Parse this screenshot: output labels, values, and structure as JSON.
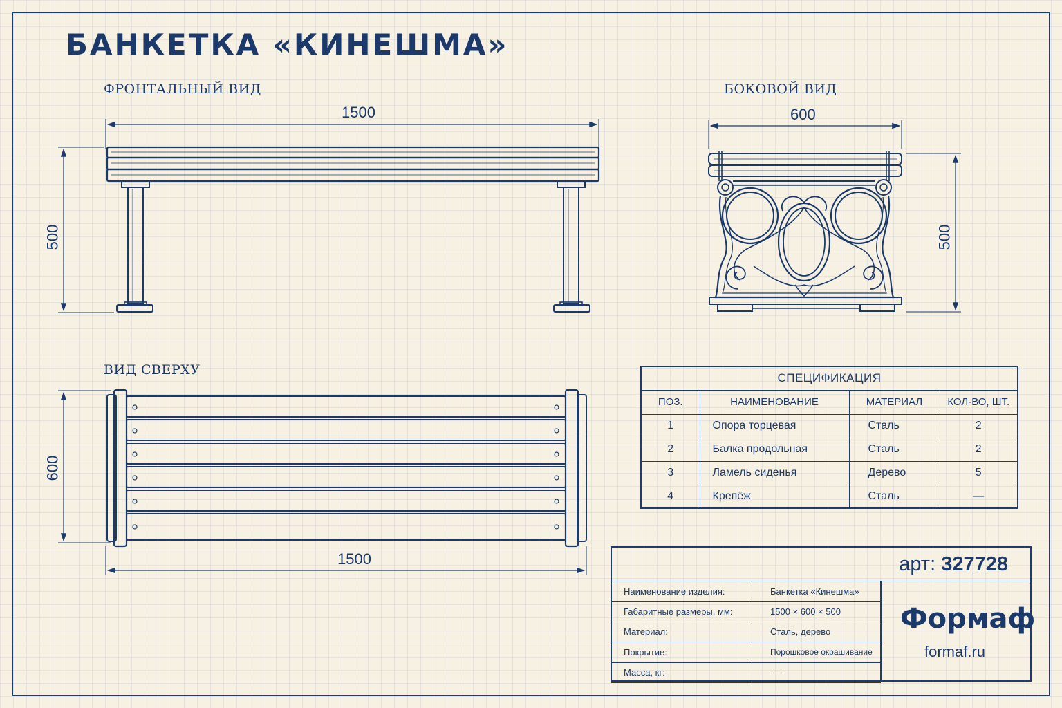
{
  "title": "БАНКЕТКА «КИНЕШМА»",
  "views": {
    "front": {
      "label": "ФРОНТАЛЬНЫЙ ВИД",
      "width_dim": "1500",
      "height_dim": "500"
    },
    "side": {
      "label": "БОКОВОЙ ВИД",
      "width_dim": "600",
      "height_dim": "500"
    },
    "top": {
      "label": "ВИД СВЕРХУ",
      "width_dim": "1500",
      "depth_dim": "600"
    }
  },
  "spec": {
    "caption": "СПЕЦИФИКАЦИЯ",
    "columns": [
      "ПОЗ.",
      "НАИМЕНОВАНИЕ",
      "МАТЕРИАЛ",
      "КОЛ-ВО, ШТ."
    ],
    "rows": [
      [
        "1",
        "Опора торцевая",
        "Сталь",
        "2"
      ],
      [
        "2",
        "Балка продольная",
        "Сталь",
        "2"
      ],
      [
        "3",
        "Ламель сиденья",
        "Дерево",
        "5"
      ],
      [
        "4",
        "Крепёж",
        "Сталь",
        "—"
      ]
    ]
  },
  "title_block": {
    "art_label": "арт:",
    "art_number": "327728",
    "rows": [
      [
        "Наименование изделия:",
        "Банкетка «Кинешма»"
      ],
      [
        "Габаритные размеры, мм:",
        "1500 × 600 × 500"
      ],
      [
        "Материал:",
        "Сталь, дерево"
      ],
      [
        "Покрытие:",
        "Порошковое окрашивание"
      ],
      [
        "Масса, кг:",
        "—"
      ]
    ],
    "brand": "Формаф",
    "site": "formaf.ru"
  },
  "colors": {
    "ink": "#1b3a6b",
    "paper": "#f7f1e3"
  }
}
